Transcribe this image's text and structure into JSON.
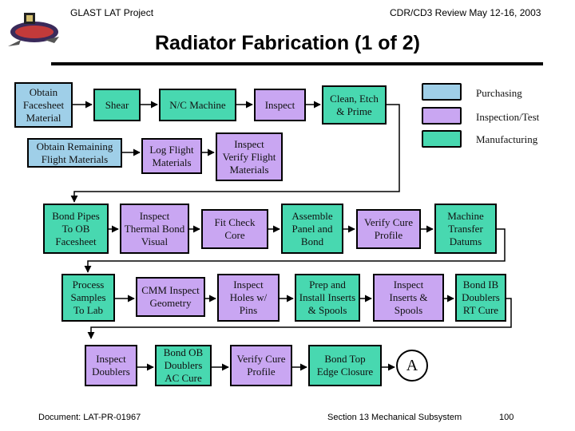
{
  "header": {
    "left": "GLAST LAT Project",
    "right": "CDR/CD3 Review May 12-16, 2003"
  },
  "title": "Radiator Fabrication (1 of 2)",
  "legend": [
    {
      "label": "Purchasing",
      "color": "#9fcfe8"
    },
    {
      "label": "Inspection/Test",
      "color": "#c9a6f2"
    },
    {
      "label": "Manufacturing",
      "color": "#48d8b0"
    }
  ],
  "steps": {
    "obtain_facesheet": "Obtain\nFacesheet\nMaterial",
    "shear": "Shear",
    "nc_machine": "N/C Machine",
    "inspect": "Inspect",
    "clean_etch": "Clean, Etch\n& Prime",
    "obtain_remaining": "Obtain Remaining\nFlight Materials",
    "log_flight": "Log Flight\nMaterials",
    "inspect_verify": "Inspect\nVerify Flight\nMaterials",
    "bond_pipes": "Bond Pipes\nTo OB\nFacesheet",
    "inspect_thermal": "Inspect\nThermal Bond\nVisual",
    "fit_check": "Fit Check\nCore",
    "assemble_panel": "Assemble\nPanel and\nBond",
    "verify_cure_1": "Verify Cure\nProfile",
    "machine_transfer": "Machine\nTransfer\nDatums",
    "process_samples": "Process\nSamples\nTo Lab",
    "cmm_inspect": "CMM Inspect\nGeometry",
    "inspect_holes": "Inspect\nHoles w/\nPins",
    "prep_install": "Prep and\nInstall Inserts\n& Spools",
    "inspect_inserts": "Inspect\nInserts &\nSpools",
    "bond_ib": "Bond IB\nDoublers\nRT Cure",
    "inspect_doublers": "Inspect\nDoublers",
    "bond_ob": "Bond OB\nDoublers\nAC Cure",
    "verify_cure_2": "Verify Cure\nProfile",
    "bond_top": "Bond Top\nEdge Closure"
  },
  "connector_label": "A",
  "footer": {
    "doc": "Document:  LAT-PR-01967",
    "section": "Section 13   Mechanical Subsystem",
    "page": "100"
  }
}
